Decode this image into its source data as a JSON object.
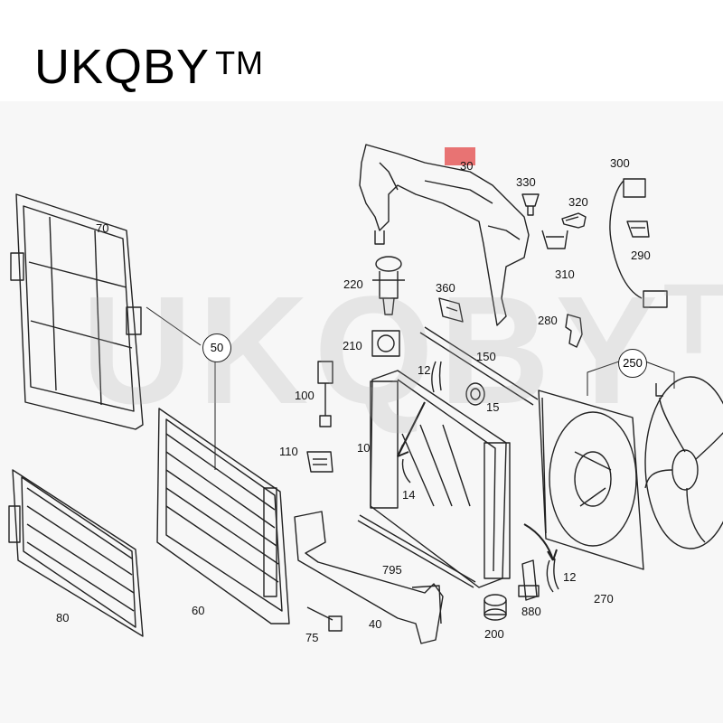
{
  "brand": {
    "text": "UKQBY",
    "tm": "TM"
  },
  "watermark": {
    "text": "UKQBY",
    "tm": "TM"
  },
  "colors": {
    "background": "#f7f7f7",
    "line": "#222222",
    "highlight": "#e87373"
  },
  "part_labels": {
    "p30": "30",
    "p330": "330",
    "p320": "320",
    "p300": "300",
    "p310": "310",
    "p290": "290",
    "p70": "70",
    "p220": "220",
    "p360": "360",
    "p280": "280",
    "p50": "50",
    "p210": "210",
    "p150": "150",
    "p250": "250",
    "p12a": "12",
    "p15": "15",
    "p100": "100",
    "p10": "10",
    "p110": "110",
    "p14": "14",
    "p795": "795",
    "p12b": "12",
    "p270": "270",
    "p80": "80",
    "p60": "60",
    "p40": "40",
    "p880": "880",
    "p75": "75",
    "p200": "200"
  }
}
